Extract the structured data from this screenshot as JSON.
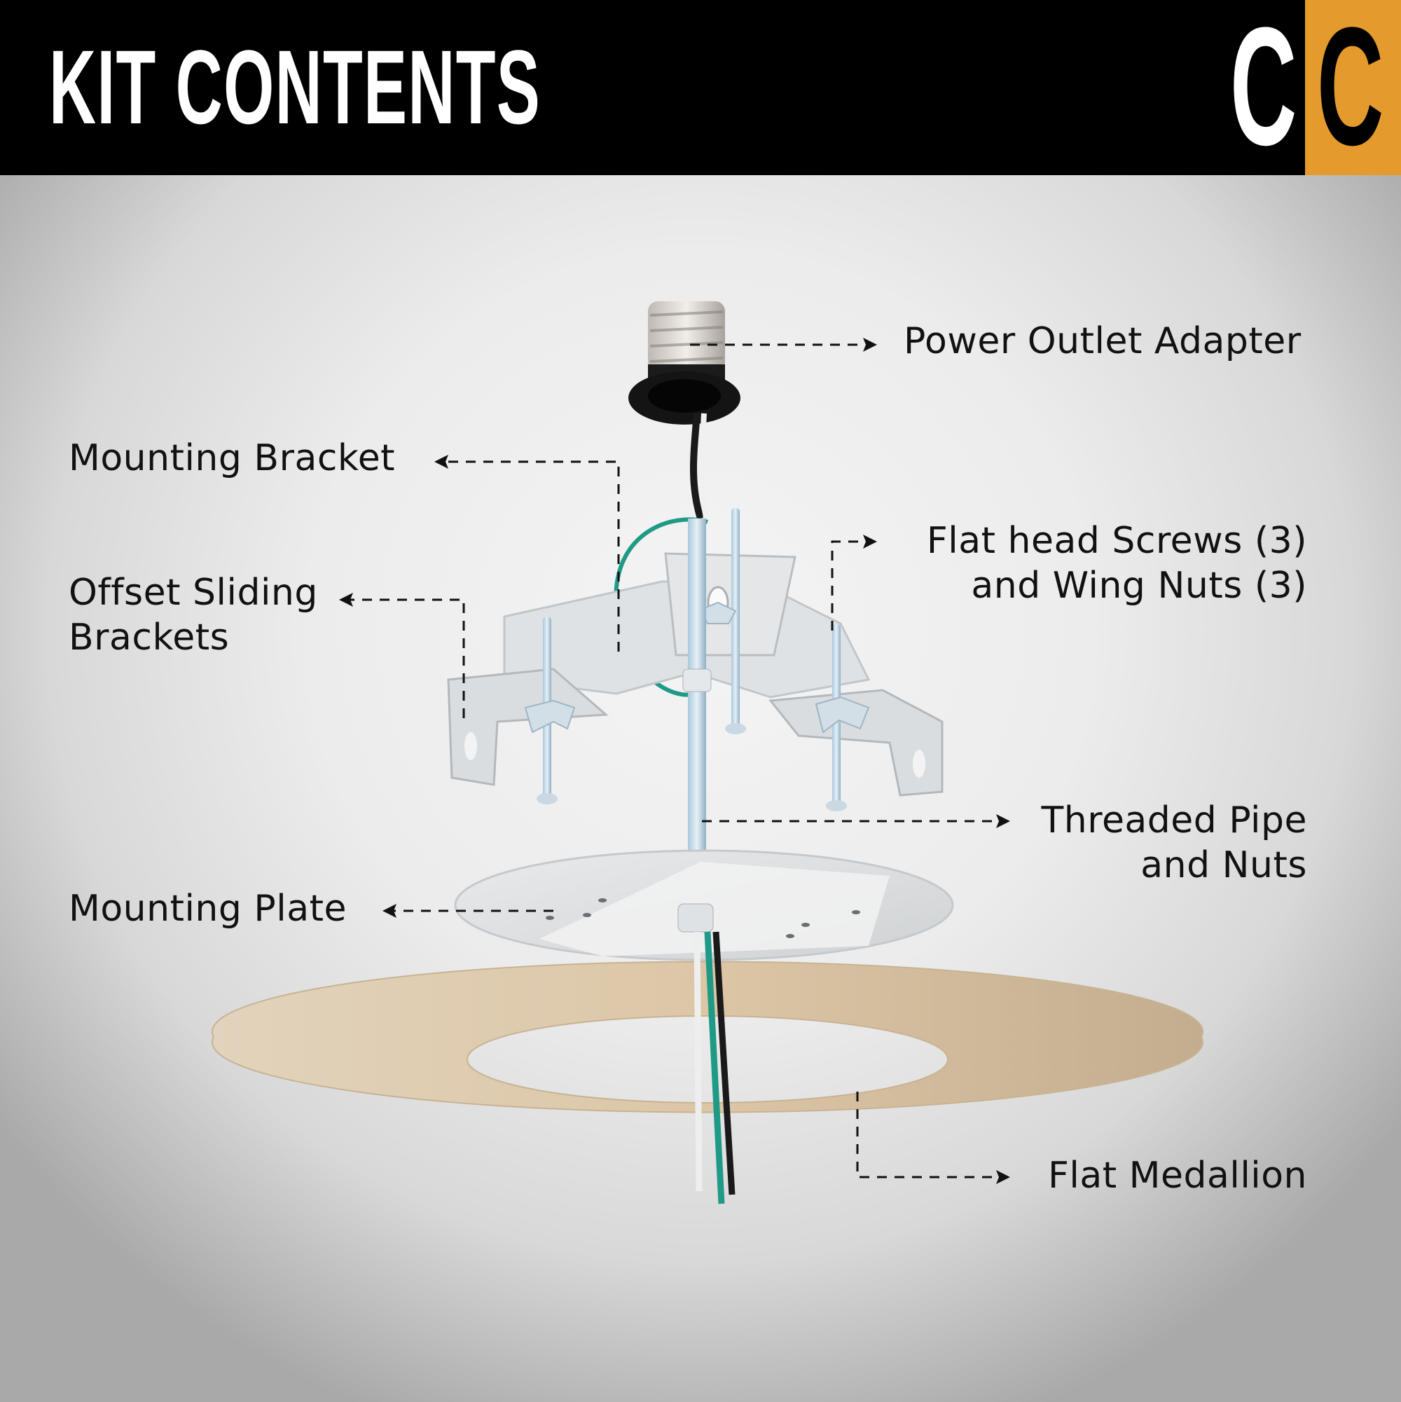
{
  "header": {
    "title": "KIT CONTENTS",
    "logo": {
      "letters": [
        "C",
        "C"
      ],
      "colors": {
        "left_bg": "#000000",
        "right_bg": "#e49b2c"
      }
    }
  },
  "labels": {
    "power_outlet_adapter": "Power Outlet Adapter",
    "mounting_bracket": "Mounting Bracket",
    "offset_sliding_brackets_line1": "Offset Sliding",
    "offset_sliding_brackets_line2": "Brackets",
    "flat_head_screws_line1": "Flat head Screws (3)",
    "flat_head_screws_line2": "and Wing Nuts (3)",
    "threaded_pipe_line1": "Threaded Pipe",
    "threaded_pipe_line2": "and Nuts",
    "mounting_plate": "Mounting Plate",
    "flat_medallion": "Flat Medallion"
  },
  "colors": {
    "medallion": "#dcc7a8",
    "wire_green": "#1f9a86",
    "wire_black": "#1a1a1a",
    "wire_white": "#f2f2f2",
    "metal": "#d9dde0"
  }
}
